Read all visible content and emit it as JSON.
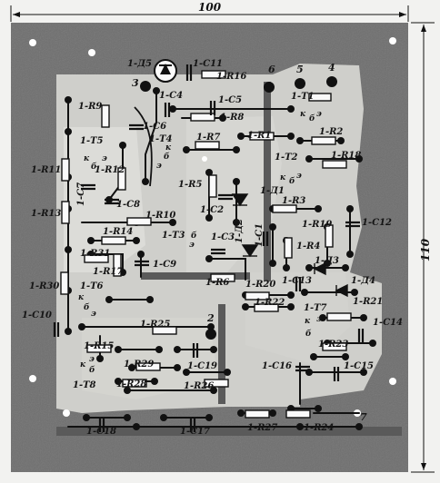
{
  "dimensions": {
    "width": "100",
    "height": "110"
  },
  "terminals": [
    "2",
    "3",
    "4",
    "5",
    "6",
    "7"
  ],
  "pin_letters": {
    "k": "к",
    "b": "б",
    "e": "э"
  },
  "components": {
    "D5": "1-Д5",
    "C11": "1-С11",
    "R16": "1-R16",
    "C5": "1-С5",
    "C4": "1-С4",
    "R8": "1-R8",
    "R9": "1-R9",
    "C6": "1-С6",
    "T1": "1-Т1",
    "T4": "1-Т4",
    "R7": "1-R7",
    "R1": "1-R1",
    "R2": "1-R2",
    "T5": "1-Т5",
    "T2": "1-Т2",
    "R18": "1-R18",
    "R11": "1-R11",
    "R12": "1-R12",
    "C7": "1-С7",
    "R5": "1-R5",
    "D1": "1-Д1",
    "C8": "1-С8",
    "R3": "1-R3",
    "C2": "1-С2",
    "R13": "1-R13",
    "R10": "1-R10",
    "R19": "1-R19",
    "C12": "1-С12",
    "T3": "1-Т3",
    "D2": "1-Д2",
    "C3": "1-С3",
    "C1": "1-С1",
    "R14": "1-R14",
    "R4": "1-R4",
    "R31": "1-R31",
    "C9": "1-С9",
    "D3": "1-Д3",
    "R17": "1-R17",
    "R20": "1-R20",
    "C13": "1-С13",
    "D4": "1-Д4",
    "R30": "1-R30",
    "T6": "1-Т6",
    "R6": "1-R6",
    "R22": "1-R22",
    "R21": "1-R21",
    "T7": "1-Т7",
    "C10": "1-С10",
    "C14": "1-С14",
    "R25": "1-R25",
    "R15": "1-R15",
    "R23": "1-R23",
    "C19": "1-С19",
    "R29": "1-R29",
    "C16": "1-С16",
    "C15": "1-С15",
    "T8": "1-Т8",
    "R28": "1-R28",
    "R26": "1-R26",
    "C18": "1-С18",
    "C17": "1-С17",
    "R27": "1-R27",
    "R24": "1-R24"
  }
}
